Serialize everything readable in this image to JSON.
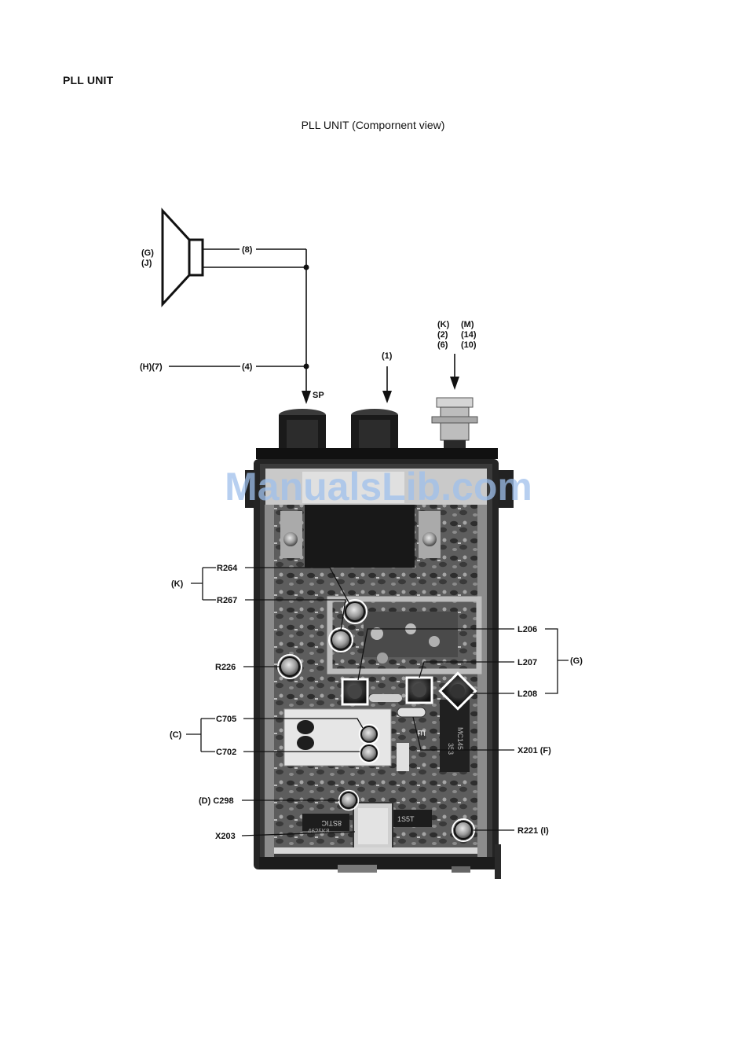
{
  "page": {
    "section_title": "PLL UNIT",
    "figure_title": "PLL UNIT (Compornent view)"
  },
  "watermark": "ManualsLib.com",
  "speaker": {
    "label_g": "(G)",
    "label_j": "(J)",
    "wire_8": "(8)",
    "wire_4": "(4)",
    "h7": "(H)(7)",
    "sp": "SP"
  },
  "jack1": {
    "label": "(1)"
  },
  "antenna": {
    "k": "(K)",
    "m": "(M)",
    "n2": "(2)",
    "n14": "(14)",
    "n6": "(6)",
    "n10": "(10)"
  },
  "callouts": {
    "r264": "R264",
    "r267": "R267",
    "k_group": "(K)",
    "r226": "R226",
    "c705": "C705",
    "c702": "C702",
    "c_group": "(C)",
    "c298": "(D) C298",
    "x203": "X203",
    "l206": "L206",
    "l207": "L207",
    "l208": "L208",
    "g_group": "(G)",
    "x201": "X201 (F)",
    "r221": "R221 (I)"
  },
  "pcb_text": {
    "ic1": "8STIC",
    "ic2": "4625K8",
    "ic3": "1S5T",
    "ic4": "MC145",
    "ic5": "353",
    "e": "E"
  }
}
